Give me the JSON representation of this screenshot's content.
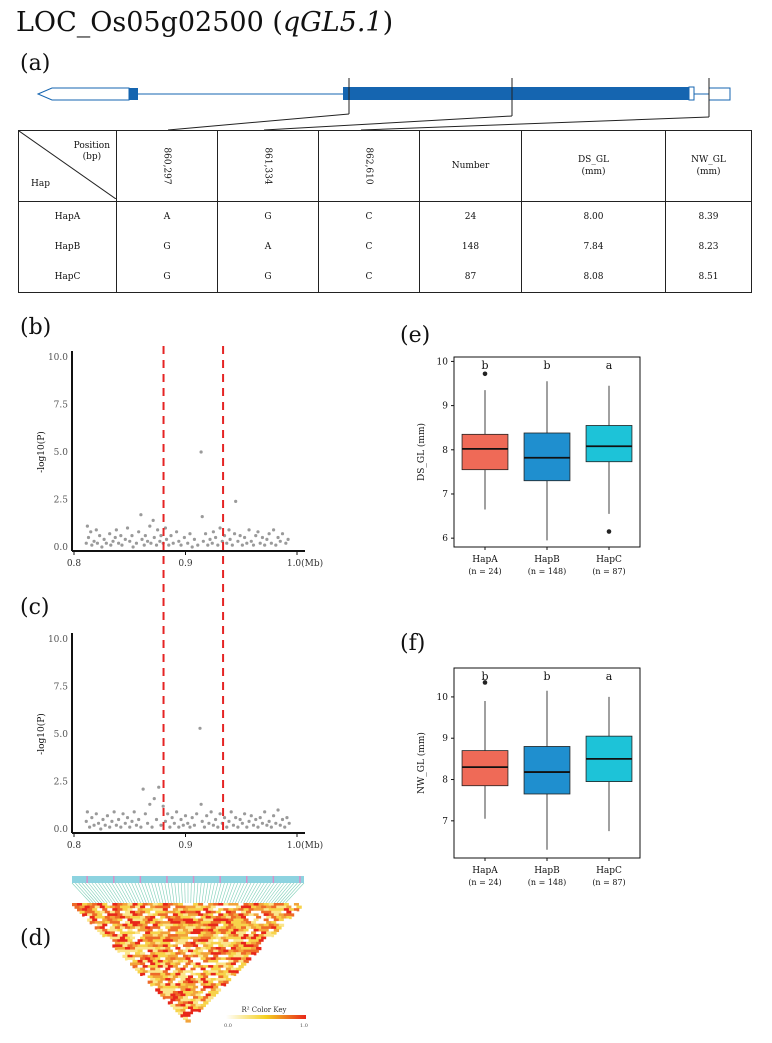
{
  "title": {
    "gene": "LOC_Os05g02500",
    "paren_open": " (",
    "qtl": "qGL5.1",
    "paren_close": ")"
  },
  "panels": {
    "a": "(a)",
    "b": "(b)",
    "c": "(c)",
    "d": "(d)",
    "e": "(e)",
    "f": "(f)"
  },
  "table": {
    "corner_top_1": "Position",
    "corner_top_2": "(bp)",
    "corner_bottom": "Hap",
    "positions": [
      "860,297",
      "861,334",
      "862,610"
    ],
    "number_header": "Number",
    "ds_header": [
      "DS_GL",
      "(mm)"
    ],
    "nw_header": [
      "NW_GL",
      "(mm)"
    ],
    "rows": [
      {
        "hap": "HapA",
        "alleles": [
          "A",
          "G",
          "C"
        ],
        "number": "24",
        "ds": "8.00",
        "nw": "8.39"
      },
      {
        "hap": "HapB",
        "alleles": [
          "G",
          "A",
          "C"
        ],
        "number": "148",
        "ds": "7.84",
        "nw": "8.23"
      },
      {
        "hap": "HapC",
        "alleles": [
          "G",
          "G",
          "C"
        ],
        "number": "87",
        "ds": "8.08",
        "nw": "8.51"
      }
    ]
  },
  "ld_key": {
    "label": "R² Color Key",
    "min": "0.0",
    "max": "1.0",
    "low_color": "#ffffff",
    "mid_color": "#f5d020",
    "high_color": "#e8261a"
  },
  "colors": {
    "hapA": "#ef6a57",
    "hapB": "#1f8fcf",
    "hapC": "#1dc3d8",
    "gene": "#1565b0",
    "marker": "#e52424",
    "point": "#9a9a9a"
  },
  "chart_data": [
    {
      "type": "scatter",
      "panel": "(b)",
      "ylabel": "-log10(P)",
      "xlim": [
        0.8,
        1.0
      ],
      "ylim": [
        0,
        10
      ],
      "x_ticks": [
        "0.8",
        "0.9",
        "1.0(Mb)"
      ],
      "y_ticks": [
        "0.0",
        "2.5",
        "5.0",
        "7.5",
        "10.0"
      ],
      "vlines": [
        0.8803,
        0.9337
      ],
      "points": [
        [
          0.811,
          0.2
        ],
        [
          0.812,
          1.1
        ],
        [
          0.813,
          0.5
        ],
        [
          0.815,
          0.8
        ],
        [
          0.816,
          0.1
        ],
        [
          0.818,
          0.3
        ],
        [
          0.82,
          0.9
        ],
        [
          0.821,
          0.2
        ],
        [
          0.823,
          0.6
        ],
        [
          0.825,
          0.0
        ],
        [
          0.827,
          0.4
        ],
        [
          0.829,
          0.2
        ],
        [
          0.832,
          0.7
        ],
        [
          0.833,
          0.1
        ],
        [
          0.835,
          0.3
        ],
        [
          0.837,
          0.5
        ],
        [
          0.838,
          0.9
        ],
        [
          0.84,
          0.2
        ],
        [
          0.842,
          0.6
        ],
        [
          0.843,
          0.1
        ],
        [
          0.846,
          0.4
        ],
        [
          0.848,
          1.0
        ],
        [
          0.85,
          0.3
        ],
        [
          0.852,
          0.6
        ],
        [
          0.853,
          0.0
        ],
        [
          0.856,
          0.2
        ],
        [
          0.858,
          0.8
        ],
        [
          0.86,
          1.7
        ],
        [
          0.861,
          0.4
        ],
        [
          0.863,
          0.1
        ],
        [
          0.864,
          0.6
        ],
        [
          0.866,
          0.3
        ],
        [
          0.868,
          1.1
        ],
        [
          0.869,
          0.2
        ],
        [
          0.871,
          1.4
        ],
        [
          0.872,
          0.5
        ],
        [
          0.874,
          0.1
        ],
        [
          0.875,
          0.9
        ],
        [
          0.877,
          0.3
        ],
        [
          0.878,
          0.6
        ],
        [
          0.88,
          0.2
        ],
        [
          0.882,
          1.0
        ],
        [
          0.883,
          0.4
        ],
        [
          0.885,
          0.1
        ],
        [
          0.887,
          0.6
        ],
        [
          0.889,
          0.2
        ],
        [
          0.892,
          0.8
        ],
        [
          0.894,
          0.3
        ],
        [
          0.896,
          0.1
        ],
        [
          0.899,
          0.5
        ],
        [
          0.902,
          0.2
        ],
        [
          0.904,
          0.7
        ],
        [
          0.906,
          0.0
        ],
        [
          0.908,
          0.4
        ],
        [
          0.911,
          0.1
        ],
        [
          0.914,
          5.0
        ],
        [
          0.915,
          1.6
        ],
        [
          0.916,
          0.3
        ],
        [
          0.918,
          0.7
        ],
        [
          0.92,
          0.1
        ],
        [
          0.922,
          0.4
        ],
        [
          0.924,
          0.2
        ],
        [
          0.925,
          0.8
        ],
        [
          0.927,
          0.5
        ],
        [
          0.929,
          0.1
        ],
        [
          0.931,
          1.0
        ],
        [
          0.933,
          0.3
        ],
        [
          0.935,
          0.6
        ],
        [
          0.937,
          0.2
        ],
        [
          0.939,
          0.9
        ],
        [
          0.94,
          0.4
        ],
        [
          0.942,
          0.1
        ],
        [
          0.944,
          0.7
        ],
        [
          0.945,
          2.4
        ],
        [
          0.947,
          0.3
        ],
        [
          0.949,
          0.6
        ],
        [
          0.951,
          0.1
        ],
        [
          0.953,
          0.5
        ],
        [
          0.955,
          0.2
        ],
        [
          0.957,
          0.9
        ],
        [
          0.959,
          0.3
        ],
        [
          0.961,
          0.1
        ],
        [
          0.963,
          0.6
        ],
        [
          0.965,
          0.8
        ],
        [
          0.967,
          0.2
        ],
        [
          0.969,
          0.5
        ],
        [
          0.971,
          0.1
        ],
        [
          0.973,
          0.4
        ],
        [
          0.975,
          0.7
        ],
        [
          0.977,
          0.2
        ],
        [
          0.979,
          0.9
        ],
        [
          0.981,
          0.1
        ],
        [
          0.983,
          0.5
        ],
        [
          0.985,
          0.3
        ],
        [
          0.987,
          0.7
        ],
        [
          0.99,
          0.2
        ],
        [
          0.992,
          0.4
        ]
      ]
    },
    {
      "type": "scatter",
      "panel": "(c)",
      "ylabel": "-log10(P)",
      "xlim": [
        0.8,
        1.0
      ],
      "ylim": [
        0,
        10
      ],
      "x_ticks": [
        "0.8",
        "0.9",
        "1.0(Mb)"
      ],
      "y_ticks": [
        "0.0",
        "2.5",
        "5.0",
        "7.5",
        "10.0"
      ],
      "vlines": [
        0.8803,
        0.9337
      ],
      "points": [
        [
          0.811,
          0.4
        ],
        [
          0.812,
          0.9
        ],
        [
          0.814,
          0.1
        ],
        [
          0.816,
          0.6
        ],
        [
          0.818,
          0.2
        ],
        [
          0.82,
          0.8
        ],
        [
          0.822,
          0.3
        ],
        [
          0.824,
          0.0
        ],
        [
          0.826,
          0.5
        ],
        [
          0.828,
          0.2
        ],
        [
          0.83,
          0.7
        ],
        [
          0.832,
          0.1
        ],
        [
          0.834,
          0.4
        ],
        [
          0.836,
          0.9
        ],
        [
          0.838,
          0.2
        ],
        [
          0.84,
          0.5
        ],
        [
          0.842,
          0.1
        ],
        [
          0.844,
          0.8
        ],
        [
          0.846,
          0.3
        ],
        [
          0.848,
          0.6
        ],
        [
          0.85,
          0.1
        ],
        [
          0.852,
          0.4
        ],
        [
          0.854,
          0.9
        ],
        [
          0.856,
          0.2
        ],
        [
          0.858,
          0.5
        ],
        [
          0.86,
          0.1
        ],
        [
          0.862,
          2.1
        ],
        [
          0.864,
          0.8
        ],
        [
          0.866,
          0.3
        ],
        [
          0.868,
          1.3
        ],
        [
          0.87,
          0.1
        ],
        [
          0.872,
          1.6
        ],
        [
          0.874,
          0.5
        ],
        [
          0.876,
          2.2
        ],
        [
          0.878,
          0.2
        ],
        [
          0.88,
          1.2
        ],
        [
          0.882,
          0.4
        ],
        [
          0.884,
          0.8
        ],
        [
          0.886,
          0.1
        ],
        [
          0.888,
          0.6
        ],
        [
          0.89,
          0.3
        ],
        [
          0.892,
          0.9
        ],
        [
          0.894,
          0.1
        ],
        [
          0.896,
          0.5
        ],
        [
          0.898,
          0.2
        ],
        [
          0.9,
          0.7
        ],
        [
          0.902,
          0.3
        ],
        [
          0.904,
          0.1
        ],
        [
          0.906,
          0.6
        ],
        [
          0.908,
          0.2
        ],
        [
          0.91,
          0.8
        ],
        [
          0.913,
          5.3
        ],
        [
          0.914,
          1.3
        ],
        [
          0.915,
          0.4
        ],
        [
          0.917,
          0.1
        ],
        [
          0.919,
          0.7
        ],
        [
          0.921,
          0.3
        ],
        [
          0.923,
          0.9
        ],
        [
          0.925,
          0.2
        ],
        [
          0.927,
          0.5
        ],
        [
          0.929,
          0.1
        ],
        [
          0.931,
          0.8
        ],
        [
          0.933,
          0.3
        ],
        [
          0.935,
          0.6
        ],
        [
          0.937,
          0.1
        ],
        [
          0.939,
          0.4
        ],
        [
          0.941,
          0.9
        ],
        [
          0.943,
          0.2
        ],
        [
          0.945,
          0.6
        ],
        [
          0.947,
          0.1
        ],
        [
          0.949,
          0.5
        ],
        [
          0.951,
          0.3
        ],
        [
          0.953,
          0.8
        ],
        [
          0.955,
          0.1
        ],
        [
          0.957,
          0.4
        ],
        [
          0.959,
          0.7
        ],
        [
          0.961,
          0.2
        ],
        [
          0.963,
          0.5
        ],
        [
          0.965,
          0.1
        ],
        [
          0.967,
          0.6
        ],
        [
          0.969,
          0.3
        ],
        [
          0.971,
          0.9
        ],
        [
          0.973,
          0.2
        ],
        [
          0.975,
          0.4
        ],
        [
          0.977,
          0.1
        ],
        [
          0.979,
          0.7
        ],
        [
          0.981,
          0.3
        ],
        [
          0.983,
          1.0
        ],
        [
          0.985,
          0.2
        ],
        [
          0.987,
          0.5
        ],
        [
          0.989,
          0.1
        ],
        [
          0.991,
          0.6
        ],
        [
          0.993,
          0.3
        ]
      ]
    },
    {
      "type": "box",
      "panel": "(e)",
      "ylabel": "DS_GL (mm)",
      "ylim": [
        5.8,
        10.1
      ],
      "y_ticks": [
        6,
        7,
        8,
        9,
        10
      ],
      "categories": [
        "HapA",
        "HapB",
        "HapC"
      ],
      "n_labels": [
        "(n = 24)",
        "(n = 148)",
        "(n = 87)"
      ],
      "letters": [
        "b",
        "b",
        "a"
      ],
      "boxes": [
        {
          "whisker_low": 6.65,
          "q1": 7.55,
          "median": 8.02,
          "q3": 8.35,
          "whisker_high": 9.35,
          "outliers": [
            9.72
          ]
        },
        {
          "whisker_low": 5.95,
          "q1": 7.3,
          "median": 7.82,
          "q3": 8.38,
          "whisker_high": 9.55,
          "outliers": []
        },
        {
          "whisker_low": 6.55,
          "q1": 7.73,
          "median": 8.08,
          "q3": 8.55,
          "whisker_high": 9.45,
          "outliers": [
            6.15
          ]
        }
      ]
    },
    {
      "type": "box",
      "panel": "(f)",
      "ylabel": "NW_GL (mm)",
      "ylim": [
        6.1,
        10.7
      ],
      "y_ticks": [
        7,
        8,
        9,
        10
      ],
      "categories": [
        "HapA",
        "HapB",
        "HapC"
      ],
      "n_labels": [
        "(n = 24)",
        "(n = 148)",
        "(n = 87)"
      ],
      "letters": [
        "b",
        "b",
        "a"
      ],
      "boxes": [
        {
          "whisker_low": 7.05,
          "q1": 7.85,
          "median": 8.3,
          "q3": 8.7,
          "whisker_high": 9.9,
          "outliers": [
            10.35
          ]
        },
        {
          "whisker_low": 6.3,
          "q1": 7.65,
          "median": 8.18,
          "q3": 8.8,
          "whisker_high": 10.15,
          "outliers": []
        },
        {
          "whisker_low": 6.75,
          "q1": 7.95,
          "median": 8.5,
          "q3": 9.05,
          "whisker_high": 10.0,
          "outliers": []
        }
      ]
    }
  ]
}
